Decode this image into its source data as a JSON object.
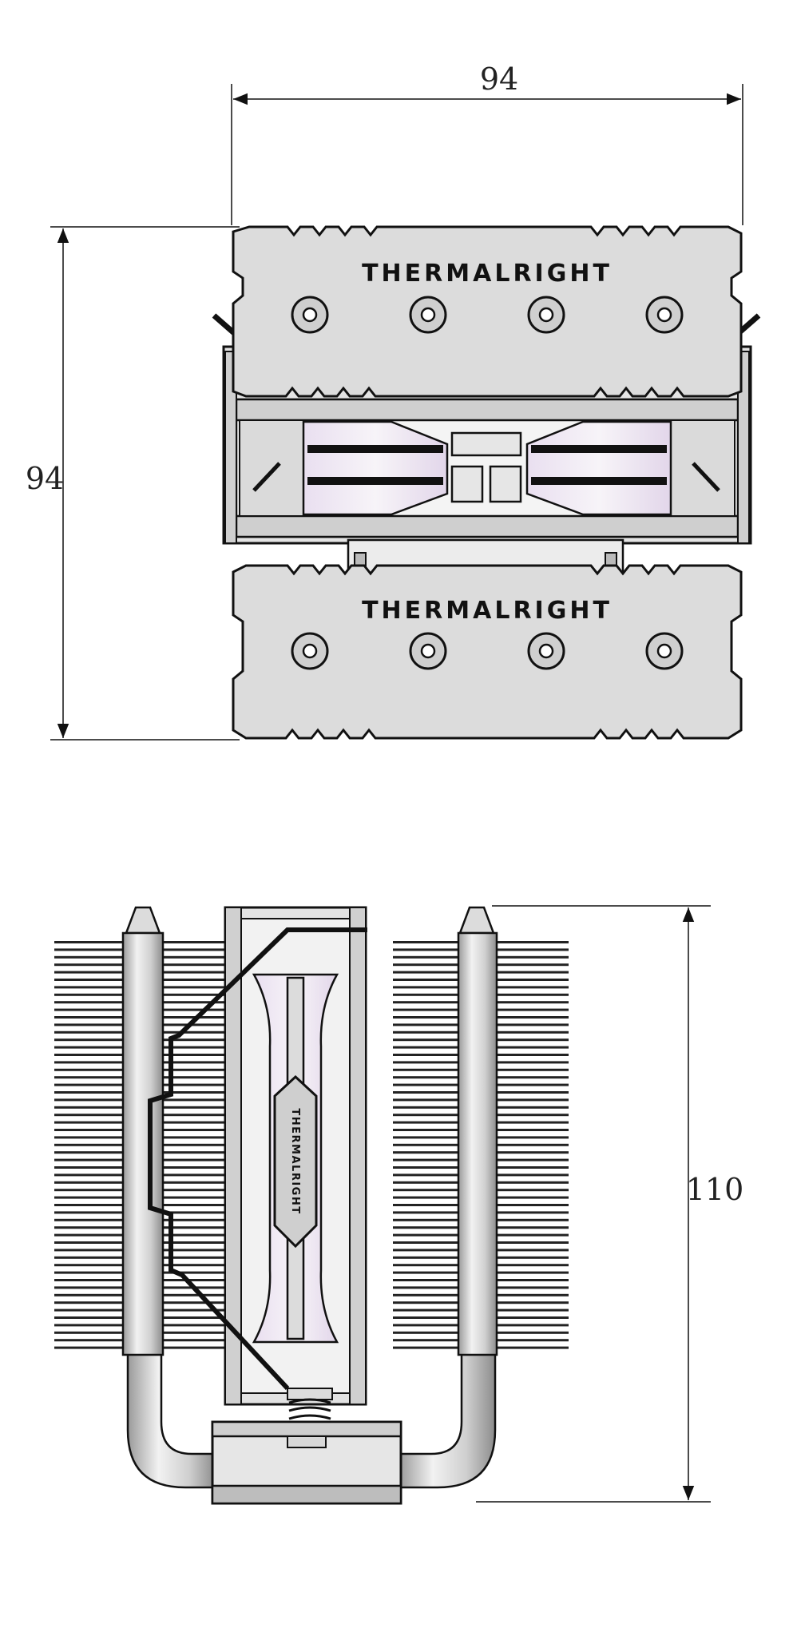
{
  "brand": "THERMALRIGHT",
  "dimensions": {
    "top_width": "94",
    "top_height": "94",
    "side_height": "110"
  },
  "colors": {
    "line": "#111111",
    "metal": "#d9d9d9",
    "metal_dark": "#bdbdbd",
    "fan_tint": "#efe6f2",
    "background": "#ffffff"
  }
}
